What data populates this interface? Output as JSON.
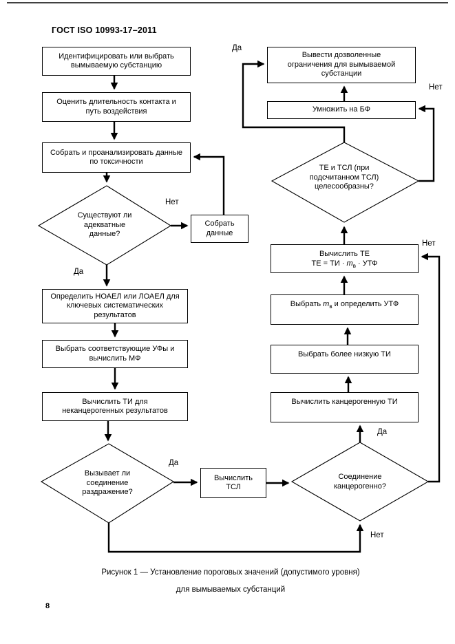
{
  "page": {
    "header": "ГОСТ ISO 10993-17–2011",
    "caption_line1": "Рисунок 1 — Установление пороговых значений (допустимого уровня)",
    "caption_line2": "для вымываемых субстанций",
    "page_number": "8"
  },
  "flowchart": {
    "boxes": {
      "identify": "Идентифицировать или выбрать вымываемую субстанцию",
      "assess": "Оценить длительность контакта и путь воздействия",
      "collect_analyze": "Собрать и проанализировать данные по токсичности",
      "collect_data": "Собрать данные",
      "noael": "Определить НОАЕЛ или ЛОАЕЛ для ключевых систематических результатов",
      "uf_mf": "Выбрать соответствующие УФы и вычислить МФ",
      "ti_noncarc": "Вычислить ТИ для неканцерогенных результатов",
      "tsl": "Вычислить ТСЛ",
      "derive_limits": "Вывести дозволенные ограничения для вымываемой субстанции",
      "multiply_bf": "Умножить на БФ",
      "compute_te_title": "Вычислить ТЕ",
      "formula": {
        "prefix": "ТЕ = ТИ · ",
        "var": "m",
        "sub": "в",
        "suffix": " · УТФ"
      },
      "select_mb": {
        "prefix": "Выбрать ",
        "var": "m",
        "sub": "в",
        "suffix": " и определить УТФ"
      },
      "lower_ti": "Выбрать более низкую ТИ",
      "ti_carc": "Вычислить канцерогенную ТИ"
    },
    "decisions": {
      "adequate_data": "Существуют ли адекватные данные?",
      "irritation": "Вызывает ли соединение раздражение?",
      "carcinogenic": "Соединение канцерогенно?",
      "te_tsl": "ТЕ и ТСЛ (при подсчитанном ТСЛ) целесообразны?"
    },
    "labels": {
      "yes": "Да",
      "no": "Нет"
    }
  },
  "colors": {
    "ink": "#000000",
    "paper": "#ffffff"
  }
}
